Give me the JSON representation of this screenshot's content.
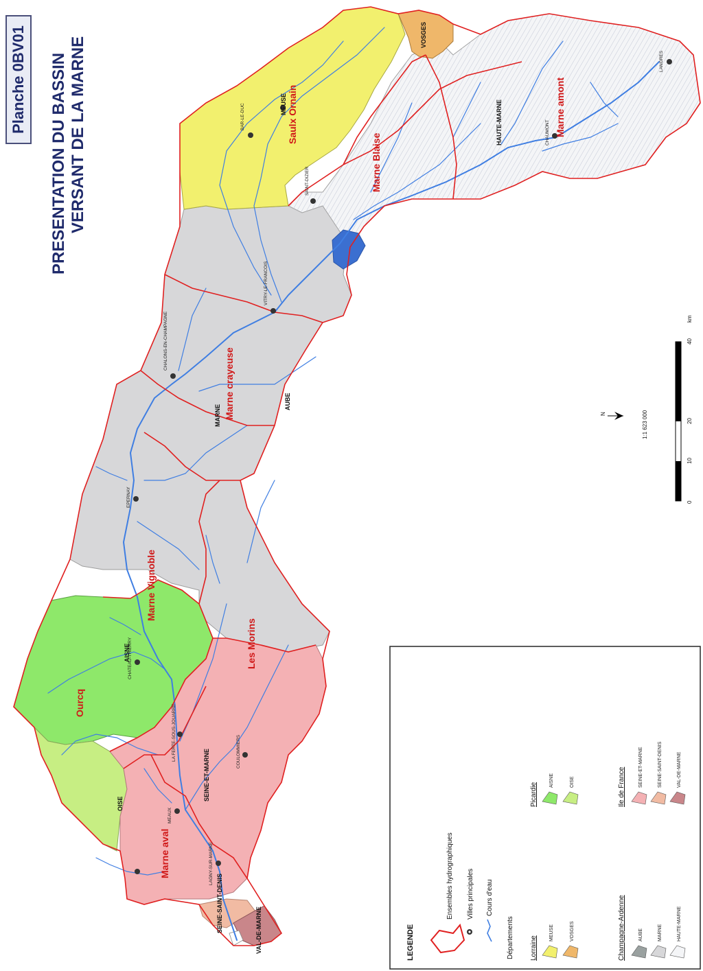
{
  "title": {
    "plate": "Planche 0BV01",
    "line1": "PRESENTATION DU BASSIN",
    "line2": "VERSANT DE LA MARNE"
  },
  "colors": {
    "marne_grey": "#d7d7d9",
    "yellow": "#f2f06e",
    "vosges_orange": "#efb76a",
    "aisne_green": "#8ee86a",
    "oise_lightgreen": "#c7ee83",
    "seine_pink": "#f4b1b4",
    "valdemarne": "#c9868a",
    "seine_saint_denis": "#f1bba3",
    "haute_marne": "#f4f5f7",
    "basin_outline": "#e02020",
    "river": "#3f7ee2",
    "lake": "#3b6fd0"
  },
  "basins": {
    "marne_aval": "Marne aval",
    "ourcq": "Ourcq",
    "marne_vignoble": "Marne Vignoble",
    "les_morins": "Les Morins",
    "marne_crayeuse": "Marne crayeuse",
    "marne_blaise": "Marne Blaise",
    "saulx_ornain": "Saulx Ornain",
    "marne_amont": "Marne amont"
  },
  "departments": {
    "oise": "OISE",
    "aisne": "AISNE",
    "seine_et_marne": "SEINE-ET-MARNE",
    "seine_saint_denis": "SEINE-SAINT-DENIS",
    "val_de_marne": "VAL-DE-MARNE",
    "marne": "MARNE",
    "aube": "AUBE",
    "meuse": "MEUSE",
    "vosges": "VOSGES",
    "haute_marne": "HAUTE-MARNE"
  },
  "cities": {
    "meaux": "MEAUX",
    "chateau_thierry": "CHATEAU-THIERRY",
    "epernay": "EPERNAY",
    "chalons": "CHALONS-EN-CHAMPAGNE",
    "vitry": "VITRY-LE-FRANCOIS",
    "saint_dizier": "SAINT-DIZIER",
    "bar_le_duc": "BAR-LE-DUC",
    "chaumont": "CHAUMONT",
    "coulommiers": "COULOMMIERS",
    "la_ferte": "LA FERTE-SOUS-JOUARRE",
    "lagny": "LAGNY-SUR-MARNE",
    "langres": "LANGRES"
  },
  "scale": {
    "ratio": "1:1 623 000",
    "ticks": [
      "0",
      "10",
      "20",
      "40"
    ],
    "unit": "km",
    "north": "N"
  },
  "legend": {
    "title": "LEGENDE",
    "ensembles": "Ensembles hydrographiques",
    "villes": "Villes principales",
    "cours": "Cours d'eau",
    "departements": "Départements",
    "groups": [
      {
        "name": "Lorraine",
        "items": [
          {
            "label": "MEUSE",
            "color": "#f2f06e"
          },
          {
            "label": "VOSGES",
            "color": "#efb76a"
          }
        ]
      },
      {
        "name": "Champagne-Ardenne",
        "items": [
          {
            "label": "AUBE",
            "color": "#9aa1a0"
          },
          {
            "label": "MARNE",
            "color": "#d7d7d9"
          },
          {
            "label": "HAUTE-MARNE",
            "color": "#f4f5f7"
          }
        ]
      },
      {
        "name": "Picardie",
        "items": [
          {
            "label": "AISNE",
            "color": "#8ee86a"
          },
          {
            "label": "OISE",
            "color": "#c7ee83"
          }
        ]
      },
      {
        "name": "Ile de France",
        "items": [
          {
            "label": "SEINE-ET-MARNE",
            "color": "#f4b1b4"
          },
          {
            "label": "SEINE-SAINT-DENIS",
            "color": "#f1bba3"
          },
          {
            "label": "VAL-DE-MARNE",
            "color": "#c9868a"
          }
        ]
      }
    ]
  }
}
